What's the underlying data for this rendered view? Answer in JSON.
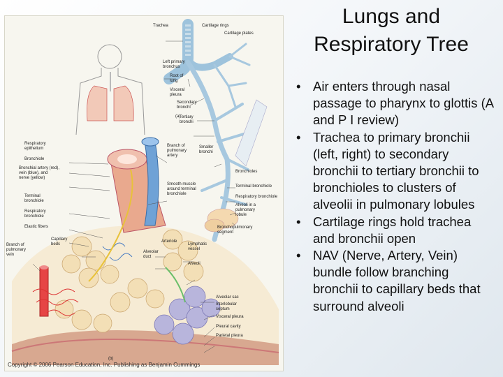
{
  "slide": {
    "title": "Lungs and Respiratory Tree",
    "bullets": [
      "Air enters through nasal passage to pharynx to glottis (A and P I review)",
      "Trachea to primary bronchii (left, right) to secondary bronchii to tertiary bronchii to bronchioles to clusters of alveolii in pulmonary lobules",
      "Cartilage rings hold trachea and bronchii open",
      "NAV (Nerve, Artery, Vein) bundle follow branching bronchii to capillary beds that surround alveoli"
    ],
    "bullet_glyph": "•"
  },
  "figure": {
    "copyright": "Copyright © 2006 Pearson Education, Inc.   Publishing as Benjamin Cummings",
    "panel_a": "(a)",
    "panel_b": "(b)",
    "labels": {
      "trachea": "Trachea",
      "cartilage_rings": "Cartilage rings",
      "cartilage_plates": "Cartilage plates",
      "left_primary_bronchus": "Left primary\nbronchus",
      "root_of_lung": "Root of\nlung",
      "visceral_pleura_a": "Visceral\npleura",
      "secondary_bronchi": "Secondary\nbronchi",
      "tertiary_bronchi": "Tertiary\nbronchi",
      "smaller_bronchi": "Smaller\nbronchi",
      "bronchioles": "Bronchioles",
      "terminal_bronchiole_a": "Terminal bronchiole",
      "respiratory_bronchiole_a": "Respiratory bronchiole",
      "alveoli_pulmonary_lobule": "Alveoli in a\npulmonary\nlobule",
      "bronchopulmonary_segment": "Bronchopulmonary\nsegment",
      "respiratory_epithelium": "Respiratory\nepithelium",
      "bronchiole": "Bronchiole",
      "bronchial_artery": "Bronchial artery (red),\nvein (blue), and\nnerve (yellow)",
      "branch_pulmonary_artery": "Branch of\npulmonary\nartery",
      "smooth_muscle": "Smooth muscle\naround terminal\nbronchiole",
      "terminal_bronchiole_b": "Terminal\nbronchiole",
      "respiratory_bronchiole_b": "Respiratory\nbronchiole",
      "elastic_fibers": "Elastic fibers",
      "branch_pulmonary_vein": "Branch of\npulmonary\nvein",
      "capillary_beds": "Capillary\nbeds",
      "arteriole": "Arteriole",
      "alveolar_duct": "Alveolar\nduct",
      "lymphatic_vessel": "Lymphatic\nvessel",
      "alveoli": "Alveoli",
      "alveolar_sac": "Alveolar sac",
      "interlobular_septum": "Interlobular\nseptum",
      "visceral_pleura_b": "Visceral pleura",
      "pleural_cavity": "Pleural cavity",
      "parietal_pleura": "Parietal pleura"
    }
  }
}
